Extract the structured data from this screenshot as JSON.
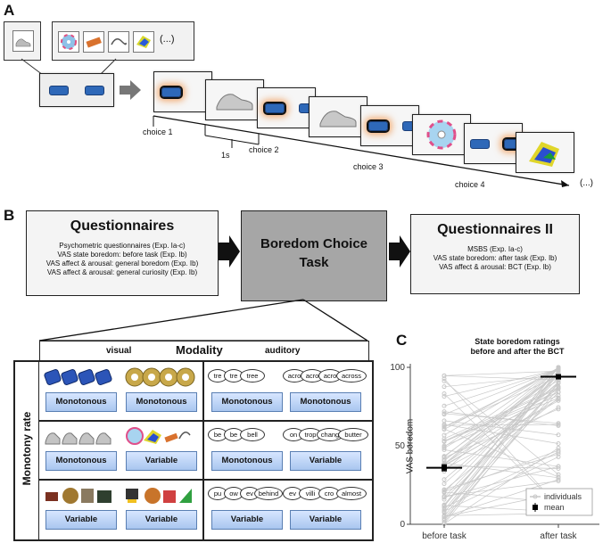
{
  "panel_a": {
    "letter": "A",
    "ellipsis_top": "(...)",
    "ellipsis_end": "(...)",
    "choice_labels": [
      "choice 1",
      "choice 2",
      "choice 3",
      "choice 4"
    ],
    "interval_label": "1s"
  },
  "panel_b": {
    "letter": "B",
    "questionnaires": {
      "title": "Questionnaires",
      "lines": [
        "Psychometric questionnaires (Exp. Ia-c)",
        "VAS state boredom: before task (Exp. Ib)",
        "VAS affect & arousal: general boredom (Exp. Ib)",
        "VAS affect & arousal: general curiosity (Exp. Ib)"
      ]
    },
    "bct": {
      "title_line1": "Boredom Choice",
      "title_line2": "Task"
    },
    "questionnaires2": {
      "title": "Questionnaires II",
      "lines": [
        "MSBS (Exp. Ia-c)",
        "VAS state boredom: after task (Exp. Ib)",
        "VAS affect & arousal: BCT (Exp. Ib)"
      ]
    },
    "grid": {
      "modality_label": "Modality",
      "visual_label": "visual",
      "auditory_label": "auditory",
      "monotony_label": "Monotony rate",
      "rows": [
        {
          "visual": [
            "Monotonous",
            "Monotonous"
          ],
          "auditory": [
            "Monotonous",
            "Monotonous"
          ],
          "words": [
            [
              "tre",
              "tre",
              "tree"
            ],
            [
              "acro",
              "acro",
              "acro",
              "across"
            ]
          ]
        },
        {
          "visual": [
            "Monotonous",
            "Variable"
          ],
          "auditory": [
            "Monotonous",
            "Variable"
          ],
          "words": [
            [
              "be",
              "be",
              "bell"
            ],
            [
              "on",
              "trop",
              "chang",
              "butter"
            ]
          ]
        },
        {
          "visual": [
            "Variable",
            "Variable"
          ],
          "auditory": [
            "Variable",
            "Variable"
          ],
          "words": [
            [
              "pu",
              "ow",
              "ev",
              "behind"
            ],
            [
              "ev",
              "villi",
              "cro",
              "almost"
            ]
          ]
        }
      ]
    }
  },
  "panel_c": {
    "letter": "C",
    "title_line1": "State boredom ratings",
    "title_line2": "before and after the BCT",
    "ylabel": "VAS boredom",
    "legend": {
      "individuals": "individuals",
      "mean": "mean"
    },
    "colors": {
      "individuals": "#c8c8c8",
      "mean": "#000000"
    }
  },
  "chart_data": {
    "type": "line",
    "title": "State boredom ratings before and after the BCT",
    "xlabel": "",
    "ylabel": "VAS boredom",
    "categories": [
      "before task",
      "after task"
    ],
    "yticks": [
      0,
      50,
      100
    ],
    "ylim": [
      0,
      100
    ],
    "grid": false,
    "legend_position": "bottom-right",
    "series": [
      {
        "name": "mean",
        "values": [
          36,
          94
        ],
        "error": [
          2,
          1
        ]
      }
    ]
  }
}
